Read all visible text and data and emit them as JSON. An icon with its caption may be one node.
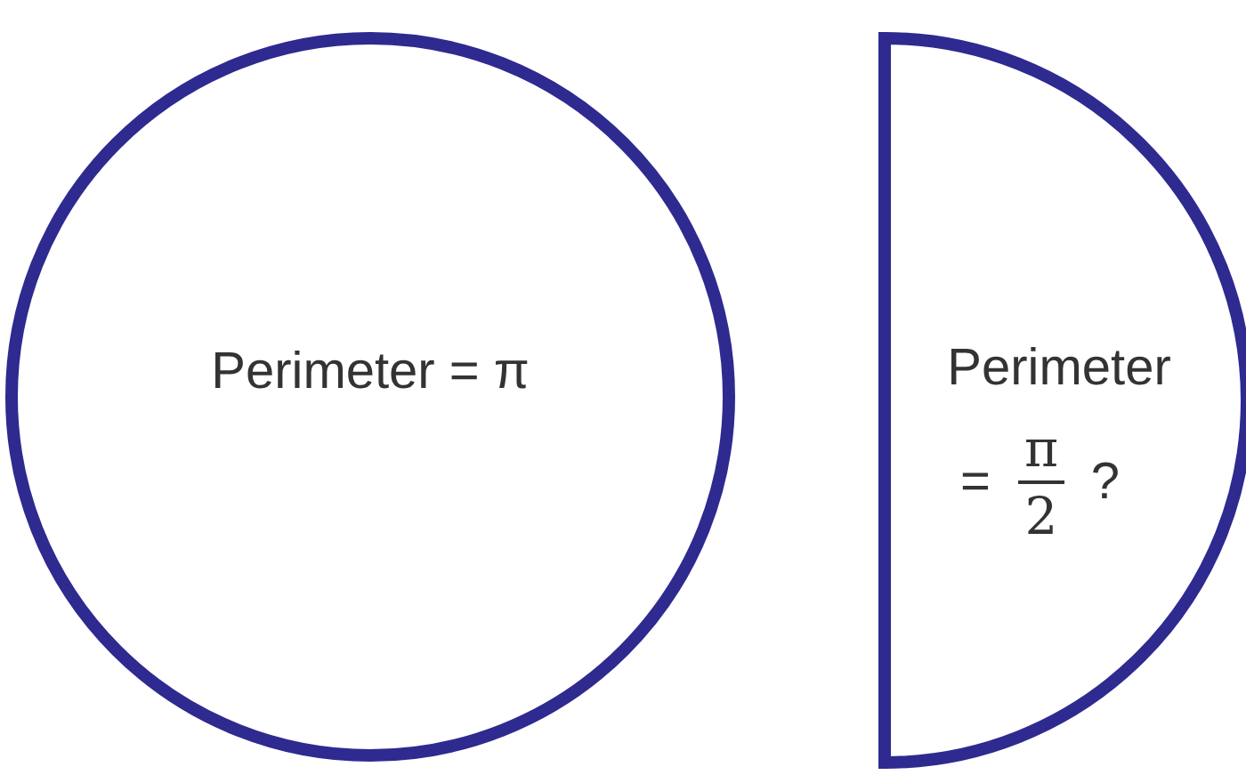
{
  "diagram": {
    "nodes": [
      {
        "text": [
          "Perimeter = π"
        ]
      },
      {
        "text": [
          "Perimeter",
          "=",
          "π",
          "2",
          "?"
        ]
      }
    ]
  }
}
